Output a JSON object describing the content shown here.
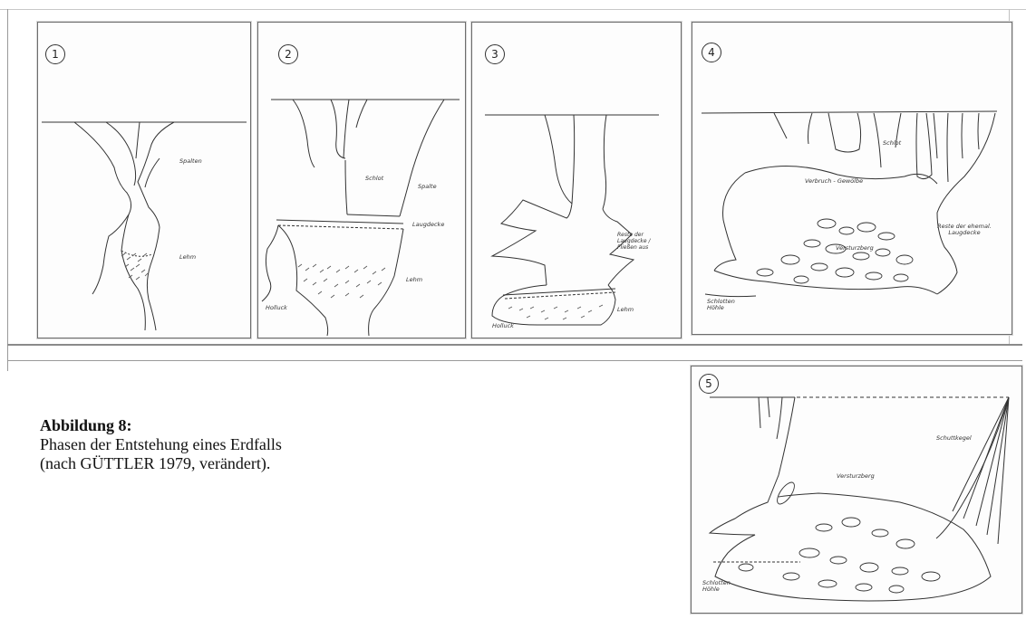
{
  "figure": {
    "caption_title": "Abbildung 8:",
    "caption_line1": "Phasen der Entstehung eines Erdfalls",
    "caption_line2": "(nach GÜTTLER 1979, verändert)."
  },
  "panels": [
    {
      "number": "1",
      "labels": {
        "spalten": "Spalten",
        "lehm": "Lehm"
      }
    },
    {
      "number": "2",
      "labels": {
        "schlot": "Schlot",
        "spalte": "Spalte",
        "laugdecke": "Laugdecke",
        "lehm": "Lehm",
        "holluck": "Holluck"
      }
    },
    {
      "number": "3",
      "labels": {
        "reste": "Reste der Laugdecke / Fließen aus",
        "lehm": "Lehm",
        "holluck": "Holluck"
      }
    },
    {
      "number": "4",
      "labels": {
        "schlot": "Schlot",
        "gewoelbe": "Verbruch - Gewölbe",
        "reste": "Reste der ehemal. Laugdecke",
        "versturzberg": "Versturzberg",
        "hoehle": "Schlotten Höhle"
      }
    },
    {
      "number": "5",
      "labels": {
        "schuttkegel": "Schuttkegel",
        "versturzberg": "Versturzberg",
        "hoehle": "Schlotten Höhle"
      }
    }
  ]
}
